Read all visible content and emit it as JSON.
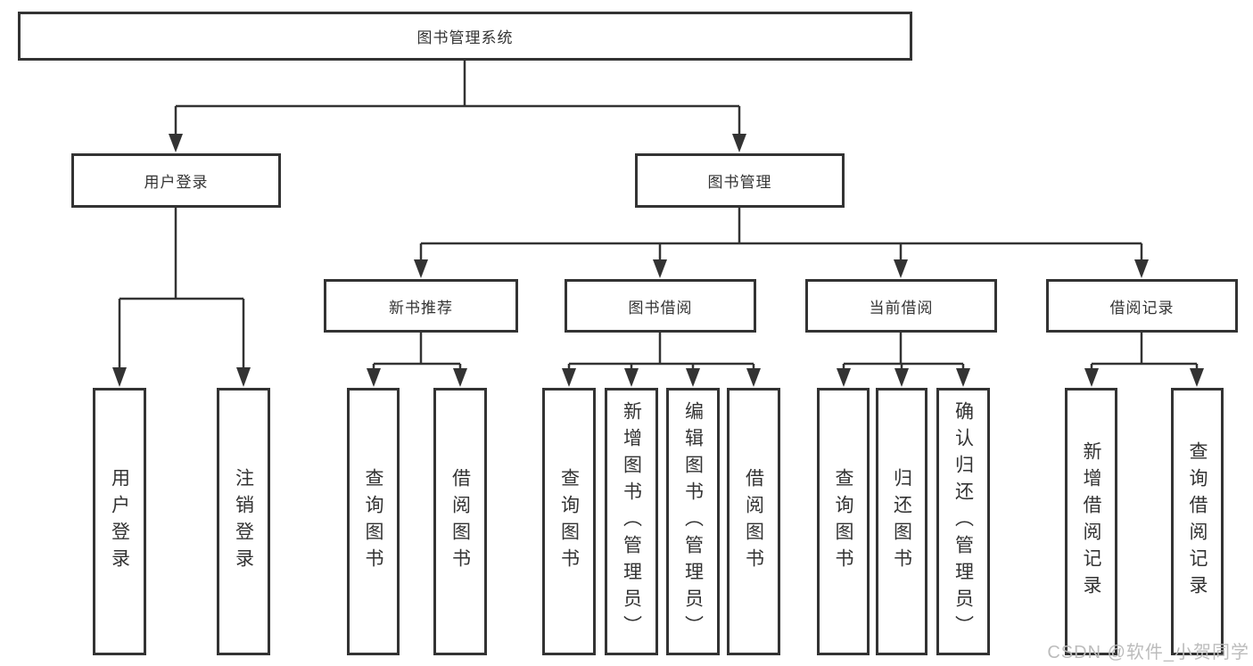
{
  "colors": {
    "line": "#333333",
    "border": "#333333",
    "text": "#333333",
    "watermark": "#bcbcbc",
    "background": "#ffffff"
  },
  "diagram": {
    "root": {
      "label": "图书管理系统"
    },
    "branches": [
      {
        "label": "用户登录",
        "children": [
          "用户登录",
          "注销登录"
        ]
      },
      {
        "label": "图书管理",
        "sections": [
          {
            "label": "新书推荐",
            "children": [
              "查询图书",
              "借阅图书"
            ]
          },
          {
            "label": "图书借阅",
            "children": [
              "查询图书",
              "新增图书（管理员）",
              "编辑图书（管理员）",
              "借阅图书"
            ]
          },
          {
            "label": "当前借阅",
            "children": [
              "查询图书",
              "归还图书",
              "确认归还（管理员）"
            ]
          },
          {
            "label": "借阅记录",
            "children": [
              "新增借阅记录",
              "查询借阅记录"
            ]
          }
        ]
      }
    ]
  },
  "watermark": {
    "text": "CSDN @软件_小贺同学"
  }
}
